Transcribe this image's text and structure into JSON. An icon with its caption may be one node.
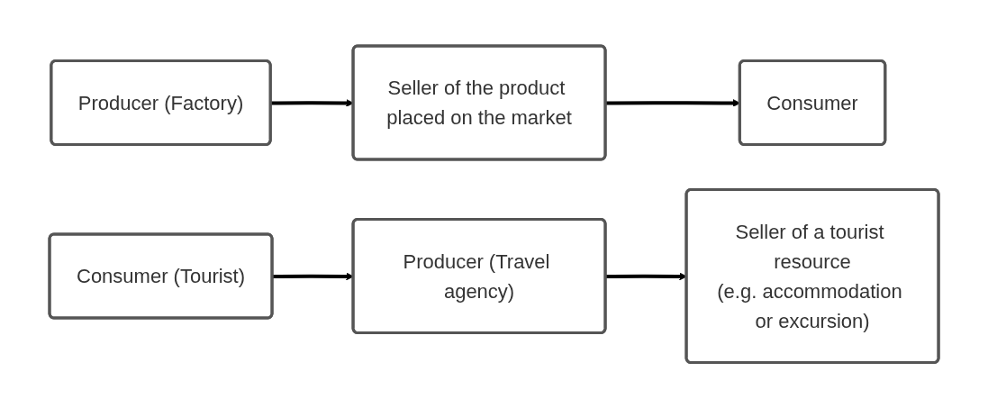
{
  "diagram": {
    "nodes": [
      {
        "text": [
          "Producer (Factory)"
        ]
      },
      {
        "text": [
          "Seller of the product placed on the market"
        ]
      },
      {
        "text": [
          "Consumer"
        ]
      },
      {
        "text": [
          "Seller of a tourist resource",
          "(e.g. accommodation or excursion)"
        ]
      },
      {
        "text": [
          "Producer (Travel agency)"
        ]
      },
      {
        "text": [
          "Consumer (Tourist)"
        ]
      }
    ],
    "edges": [
      {
        "from": 0,
        "to": 1,
        "arrow": "to"
      },
      {
        "from": 1,
        "to": 2,
        "arrow": "to"
      },
      {
        "from": 5,
        "to": 4,
        "arrow": "to"
      },
      {
        "from": 4,
        "to": 3,
        "arrow": "to"
      }
    ]
  }
}
